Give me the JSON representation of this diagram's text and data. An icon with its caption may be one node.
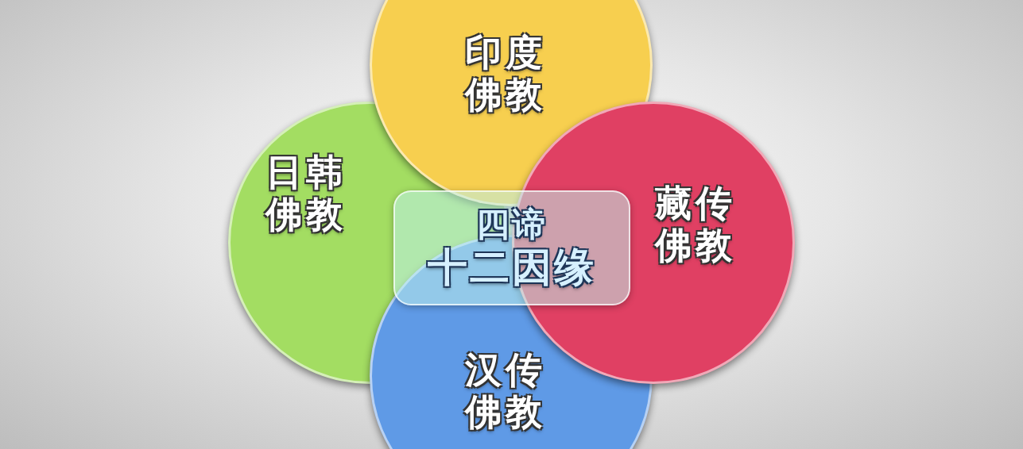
{
  "diagram": {
    "nodes": [
      {
        "text": [
          "日韩佛教"
        ]
      },
      {
        "text": [
          "汉传佛教"
        ]
      },
      {
        "text": [
          "印度佛教"
        ]
      },
      {
        "text": [
          "藏传佛教"
        ]
      },
      {
        "text": [
          "四谛",
          "十二因缘"
        ]
      }
    ]
  }
}
